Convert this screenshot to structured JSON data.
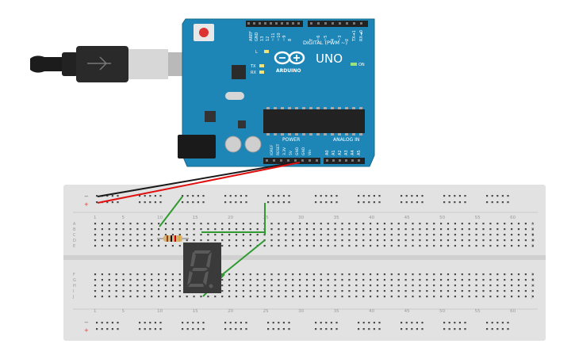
{
  "arduino": {
    "model": "UNO",
    "brand": "ARDUINO",
    "digital_label": "DIGITAL (PWM ~)",
    "power_label": "POWER",
    "analog_label": "ANALOG IN",
    "on_label": "ON",
    "tx_label": "TX",
    "rx_label": "RX",
    "l_label": "L",
    "top_header_labels": [
      "AREF",
      "GND",
      "13",
      "12",
      "~11",
      "~10",
      "~9",
      "8",
      "7",
      "~6",
      "~5",
      "4",
      "~3",
      "2",
      "TX➔1",
      "RX◄0"
    ],
    "power_pin_labels": [
      "IOREF",
      "RESET",
      "3.3V",
      "5V",
      "GND",
      "GND",
      "Vin"
    ],
    "analog_pin_labels": [
      "A0",
      "A1",
      "A2",
      "A3",
      "A4",
      "A5"
    ]
  },
  "breadboard": {
    "column_numbers": [
      "1",
      "5",
      "10",
      "15",
      "20",
      "25",
      "30",
      "35",
      "40",
      "45",
      "50",
      "55",
      "60"
    ],
    "row_letters_top": [
      "A",
      "B",
      "C",
      "D",
      "E"
    ],
    "row_letters_bottom": [
      "F",
      "G",
      "H",
      "I",
      "J"
    ],
    "rail_minus": "−",
    "rail_plus": "+"
  },
  "display": {
    "digit": "8",
    "decimal_point": "."
  },
  "colors": {
    "board": "#1e86b6",
    "board_edge": "#15688f",
    "breadboard": "#e2e2e2",
    "wire_green": "#2f9a2f",
    "wire_red": "#e01010",
    "wire_black": "#1a1a1a",
    "display_body": "#3a3a3a",
    "display_segment": "#5a5a5a"
  }
}
